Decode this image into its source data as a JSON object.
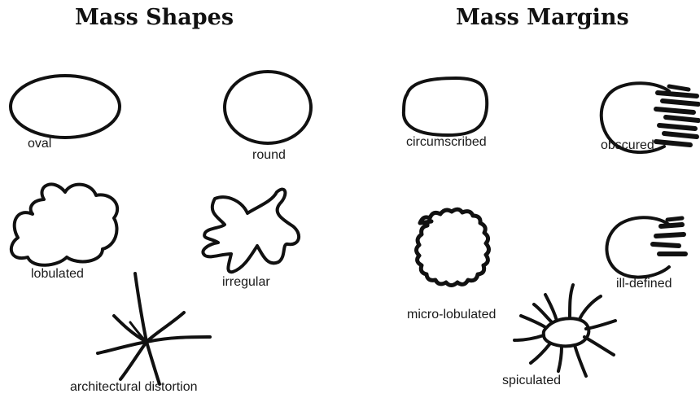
{
  "headings": {
    "left": "Mass Shapes",
    "right": "Mass Margins"
  },
  "shapes": {
    "oval": "oval",
    "round": "round",
    "lobulated": "lobulated",
    "irregular": "irregular",
    "architectural_distortion": "architectural distortion"
  },
  "margins": {
    "circumscribed": "circumscribed",
    "obscured": "obscured",
    "microlobulated": "micro-lobulated",
    "ill_defined": "ill-defined",
    "spiculated": "spiculated"
  },
  "colors": {
    "ink": "#111111",
    "background": "#ffffff"
  }
}
